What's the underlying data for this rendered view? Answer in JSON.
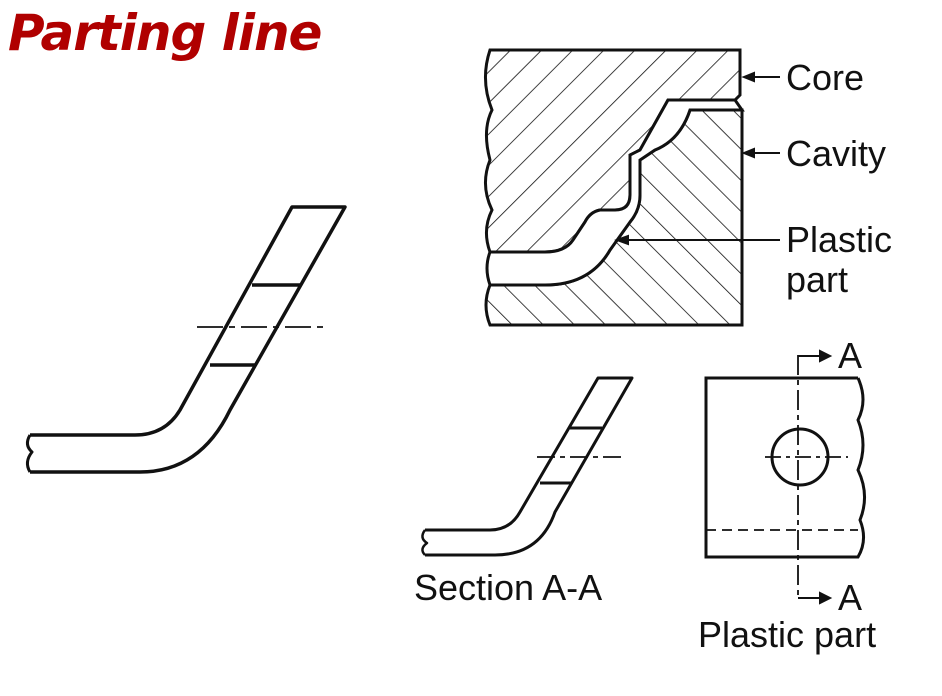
{
  "title": "Parting line",
  "colors": {
    "title": "#b00000",
    "ink": "#111111",
    "background": "#ffffff"
  },
  "labels": {
    "core": "Core",
    "cavity": "Cavity",
    "plastic_part_line1": "Plastic",
    "plastic_part_line2": "part",
    "section_marker_top": "A",
    "section_marker_bottom": "A",
    "section_caption": "Section A-A",
    "plastic_part_caption": "Plastic part"
  }
}
